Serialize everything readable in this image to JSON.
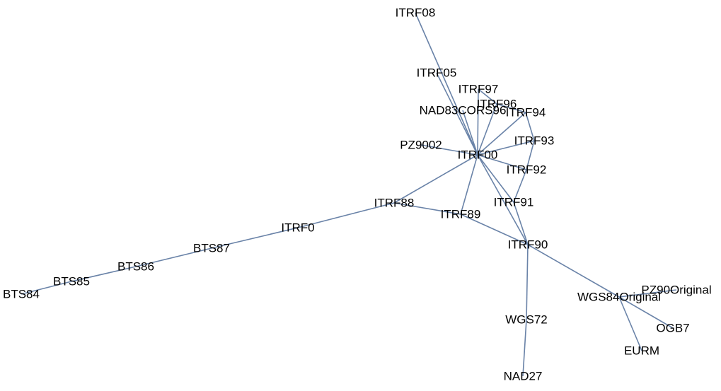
{
  "graph": {
    "edge_color": "#6a83a8",
    "label_color": "#000000",
    "nodes": [
      {
        "id": "ITRF08",
        "label": "ITRF08"
      },
      {
        "id": "ITRF05",
        "label": "ITRF05"
      },
      {
        "id": "ITRF97",
        "label": "ITRF97"
      },
      {
        "id": "ITRF96",
        "label": "ITRF96"
      },
      {
        "id": "NAD83CORS96",
        "label": "NAD83CORS96"
      },
      {
        "id": "ITRF94",
        "label": "ITRF94"
      },
      {
        "id": "ITRF93",
        "label": "ITRF93"
      },
      {
        "id": "PZ9002",
        "label": "PZ9002"
      },
      {
        "id": "ITRF00",
        "label": "ITRF00"
      },
      {
        "id": "ITRF92",
        "label": "ITRF92"
      },
      {
        "id": "ITRF88",
        "label": "ITRF88"
      },
      {
        "id": "ITRF91",
        "label": "ITRF91"
      },
      {
        "id": "ITRF89",
        "label": "ITRF89"
      },
      {
        "id": "ITRF0",
        "label": "ITRF0"
      },
      {
        "id": "ITRF90",
        "label": "ITRF90"
      },
      {
        "id": "BTS87",
        "label": "BTS87"
      },
      {
        "id": "BTS86",
        "label": "BTS86"
      },
      {
        "id": "BTS85",
        "label": "BTS85"
      },
      {
        "id": "BTS84",
        "label": "BTS84"
      },
      {
        "id": "PZ90Original",
        "label": "PZ90Original"
      },
      {
        "id": "WGS84Original",
        "label": "WGS84Original"
      },
      {
        "id": "WGS72",
        "label": "WGS72"
      },
      {
        "id": "OGB7",
        "label": "OGB7"
      },
      {
        "id": "EURM",
        "label": "EURM"
      },
      {
        "id": "NAD27",
        "label": "NAD27"
      }
    ],
    "edges": [
      [
        "ITRF08",
        "ITRF00"
      ],
      [
        "ITRF05",
        "ITRF00"
      ],
      [
        "ITRF97",
        "ITRF00"
      ],
      [
        "ITRF96",
        "ITRF00"
      ],
      [
        "NAD83CORS96",
        "ITRF00"
      ],
      [
        "ITRF94",
        "ITRF00"
      ],
      [
        "ITRF93",
        "ITRF00"
      ],
      [
        "PZ9002",
        "ITRF00"
      ],
      [
        "ITRF92",
        "ITRF00"
      ],
      [
        "ITRF91",
        "ITRF00"
      ],
      [
        "ITRF90",
        "ITRF00"
      ],
      [
        "ITRF89",
        "ITRF00"
      ],
      [
        "ITRF88",
        "ITRF00"
      ],
      [
        "ITRF97",
        "ITRF96"
      ],
      [
        "ITRF96",
        "ITRF94"
      ],
      [
        "ITRF94",
        "ITRF93"
      ],
      [
        "ITRF93",
        "ITRF92"
      ],
      [
        "ITRF92",
        "ITRF91"
      ],
      [
        "ITRF91",
        "ITRF90"
      ],
      [
        "ITRF89",
        "ITRF90"
      ],
      [
        "ITRF88",
        "ITRF89"
      ],
      [
        "ITRF88",
        "ITRF0"
      ],
      [
        "ITRF0",
        "BTS87"
      ],
      [
        "BTS87",
        "BTS86"
      ],
      [
        "BTS86",
        "BTS85"
      ],
      [
        "BTS85",
        "BTS84"
      ],
      [
        "ITRF90",
        "WGS84Original"
      ],
      [
        "ITRF90",
        "WGS72"
      ],
      [
        "WGS72",
        "NAD27"
      ],
      [
        "WGS84Original",
        "PZ90Original"
      ],
      [
        "WGS84Original",
        "OGB7"
      ],
      [
        "WGS84Original",
        "EURM"
      ]
    ]
  }
}
